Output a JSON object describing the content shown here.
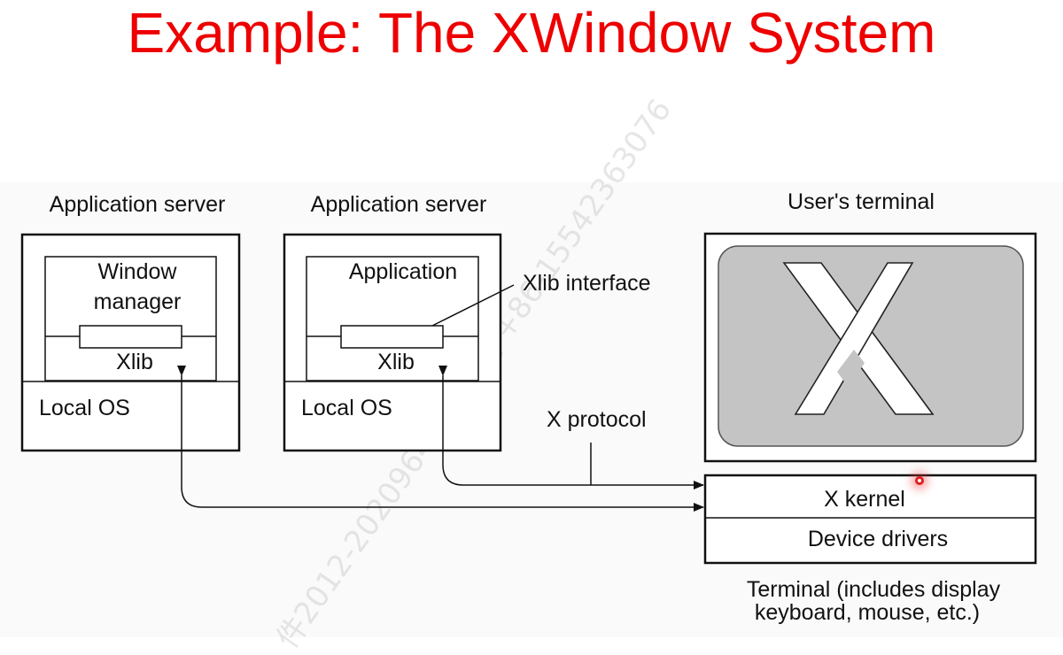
{
  "slide": {
    "title": "Example: The XWindow System"
  },
  "diagram": {
    "server1": {
      "heading": "Application server",
      "app_line1": "Window",
      "app_line2": "manager",
      "lib_label": "Xlib",
      "os_label": "Local OS"
    },
    "server2": {
      "heading": "Application server",
      "app_label": "Application",
      "lib_label": "Xlib",
      "os_label": "Local OS"
    },
    "xlib_interface_label": "Xlib interface",
    "x_protocol_label": "X protocol",
    "terminal": {
      "heading": "User's terminal",
      "kernel_label": "X kernel",
      "drivers_label": "Device drivers",
      "caption_line1": "Terminal (includes display",
      "caption_line2": "keyboard, mouse, etc.)"
    },
    "watermark_text": "件2012-2020964+臧家明 +86-15542363076"
  }
}
